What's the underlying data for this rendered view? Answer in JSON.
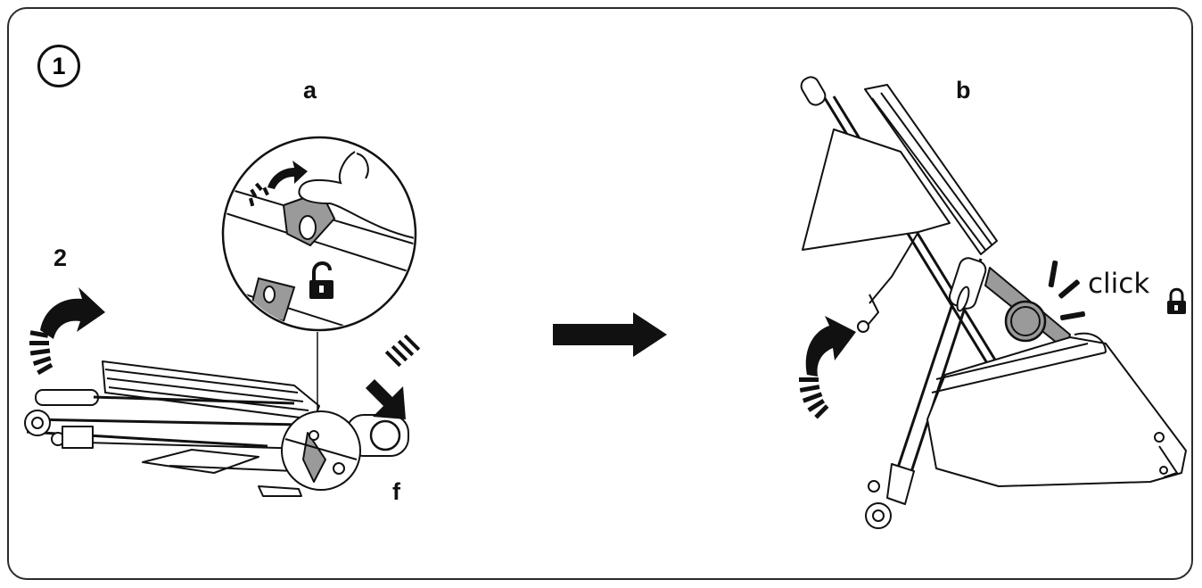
{
  "step_number": "1",
  "labels": {
    "a": "a",
    "b": "b",
    "f": "f",
    "two": "2",
    "click": "click"
  },
  "icons": [
    "unlocked-padlock-icon",
    "locked-padlock-icon",
    "rotate-arrow-icon",
    "push-arrow-icon",
    "right-arrow-icon"
  ],
  "colors": {
    "line": "#111111",
    "grey_part": "#9a9a9a",
    "background": "#ffffff"
  }
}
